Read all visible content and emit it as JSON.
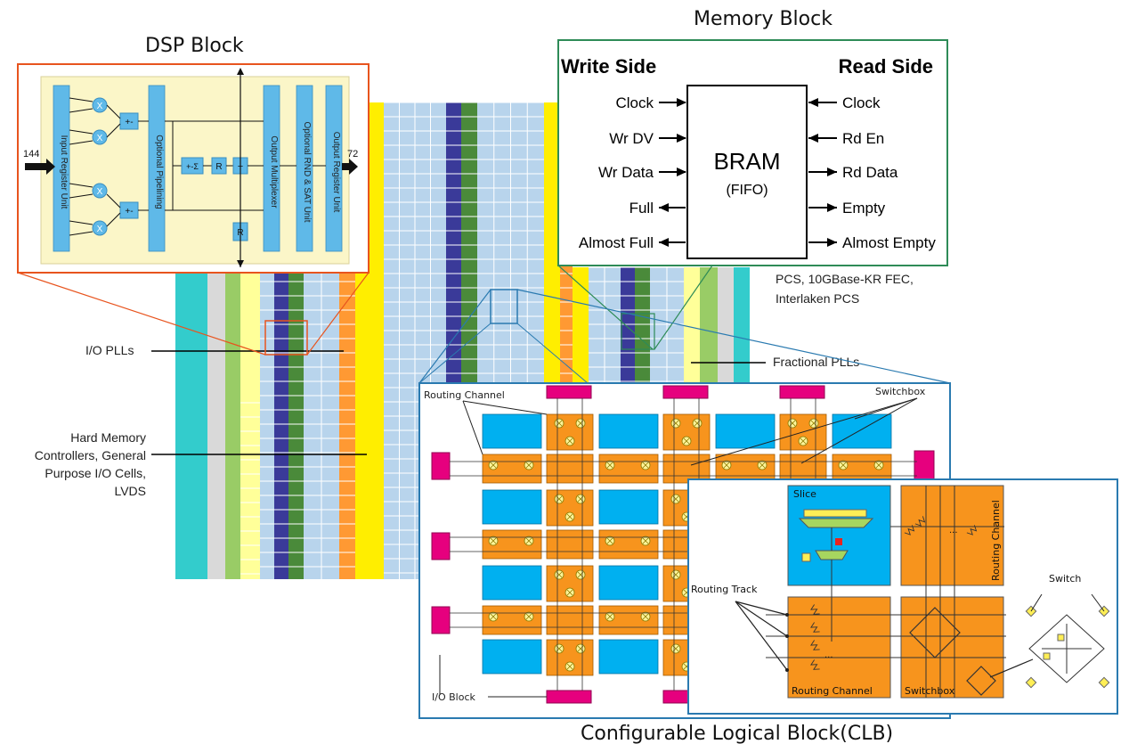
{
  "titles": {
    "dsp": "DSP Block",
    "memory": "Memory Block",
    "clb": "Configurable Logical Block(CLB)"
  },
  "chip_labels": {
    "io_plls": "I/O PLLs",
    "hard_memory": [
      "Hard Memory",
      "Controllers, General",
      "Purpose I/O Cells,",
      "LVDS"
    ],
    "transceiver": [
      "PCS, 10GBase-KR FEC,",
      "Interlaken PCS"
    ],
    "fractional_plls": "Fractional PLLs"
  },
  "dsp": {
    "input_width": "144",
    "output_width": "72",
    "blocks": [
      "Input Register Unit",
      "Optional Pipelining",
      "Output Multiplexer",
      "Optional RND & SAT Unit",
      "Output Register Unit"
    ],
    "ops": {
      "mult": "X",
      "add": "+-",
      "accum": "+-Σ",
      "reg": "R",
      "plus": "+"
    }
  },
  "memory": {
    "write_side": "Write Side",
    "read_side": "Read Side",
    "bram": "BRAM",
    "fifo": "(FIFO)",
    "write_signals": [
      "Clock",
      "Wr DV",
      "Wr Data",
      "Full",
      "Almost Full"
    ],
    "read_signals": [
      "Clock",
      "Rd En",
      "Rd Data",
      "Empty",
      "Almost Empty"
    ]
  },
  "clb": {
    "routing_channel": "Routing Channel",
    "switchbox": "Switchbox",
    "io_block": "I/O Block",
    "slice": "Slice",
    "routing_track": "Routing Track",
    "switch": "Switch",
    "inset_routing_channel_v": "Routing Channel",
    "inset_routing_channel_h": "Routing Channel",
    "inset_switchbox": "Switchbox",
    "dots": "..."
  },
  "colors": {
    "teal": "#33cccc",
    "gray": "#d9d9d9",
    "green_light": "#99cc66",
    "yellow_pale": "#ffff99",
    "light_blue": "#b8d4ec",
    "navy": "#3a3a99",
    "green_dark": "#4a8a3a",
    "orange": "#ff9933",
    "yellow": "#ffee00",
    "dsp_border": "#e8541e",
    "memory_border": "#2e8b57",
    "clb_border": "#2a7ab0",
    "clb_blue": "#00b0f0",
    "clb_orange": "#f7941d",
    "magenta": "#e6007e"
  }
}
